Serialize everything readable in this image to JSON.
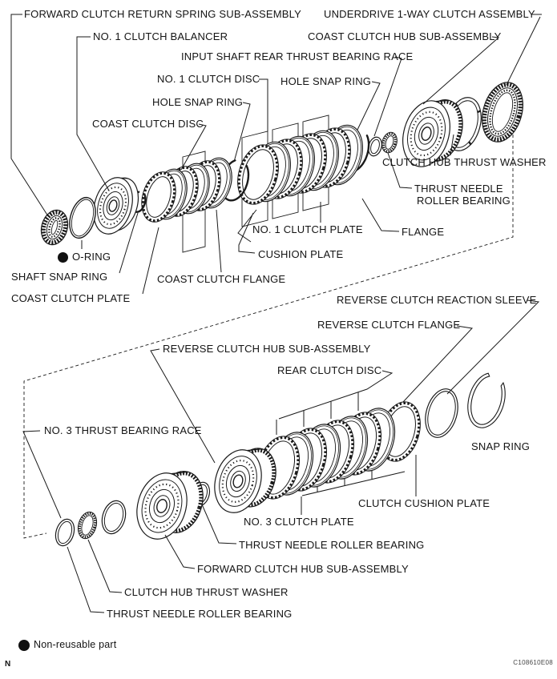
{
  "diagram": {
    "type": "exploded-parts-diagram",
    "subject": "Automatic transaxle clutch exploded view",
    "colors": {
      "line": "#1a1a1a",
      "background": "#ffffff"
    },
    "labels": {
      "forward_clutch_return_spring": "FORWARD CLUTCH RETURN SPRING SUB-ASSEMBLY",
      "underdrive_one_way_clutch": "UNDERDRIVE 1-WAY CLUTCH ASSEMBLY",
      "no1_clutch_balancer": "NO. 1 CLUTCH BALANCER",
      "coast_clutch_hub": "COAST CLUTCH HUB SUB-ASSEMBLY",
      "input_shaft_rear_thrust_bearing_race": "INPUT SHAFT REAR THRUST BEARING RACE",
      "no1_clutch_disc": "NO. 1 CLUTCH DISC",
      "hole_snap_ring_right": "HOLE SNAP RING",
      "hole_snap_ring_left": "HOLE SNAP RING",
      "coast_clutch_disc": "COAST CLUTCH DISC",
      "clutch_hub_thrust_washer_top": "CLUTCH HUB THRUST WASHER",
      "thrust_needle_top_line1": "THRUST NEEDLE",
      "thrust_needle_top_line2": "ROLLER BEARING",
      "no1_clutch_plate": "NO. 1 CLUTCH PLATE",
      "flange": "FLANGE",
      "cushion_plate": "CUSHION PLATE",
      "o_ring": "O-RING",
      "shaft_snap_ring": "SHAFT SNAP RING",
      "coast_clutch_flange": "COAST CLUTCH FLANGE",
      "coast_clutch_plate": "COAST CLUTCH PLATE",
      "reverse_clutch_reaction_sleeve": "REVERSE CLUTCH REACTION SLEEVE",
      "reverse_clutch_flange": "REVERSE CLUTCH FLANGE",
      "reverse_clutch_hub": "REVERSE CLUTCH HUB SUB-ASSEMBLY",
      "rear_clutch_disc": "REAR CLUTCH DISC",
      "no3_thrust_bearing_race": "NO. 3 THRUST BEARING RACE",
      "snap_ring": "SNAP RING",
      "clutch_cushion_plate": "CLUTCH CUSHION PLATE",
      "no3_clutch_plate": "NO. 3 CLUTCH PLATE",
      "thrust_needle_mid": "THRUST NEEDLE ROLLER BEARING",
      "forward_clutch_hub": "FORWARD CLUTCH HUB SUB-ASSEMBLY",
      "clutch_hub_thrust_washer_bottom": "CLUTCH HUB THRUST WASHER",
      "thrust_needle_bottom": "THRUST NEEDLE ROLLER BEARING"
    },
    "legend": {
      "symbol": "non-reusable-dot",
      "text": "Non-reusable part"
    },
    "footer": {
      "page_marker": "N",
      "figure_code": "C108610E08"
    }
  }
}
